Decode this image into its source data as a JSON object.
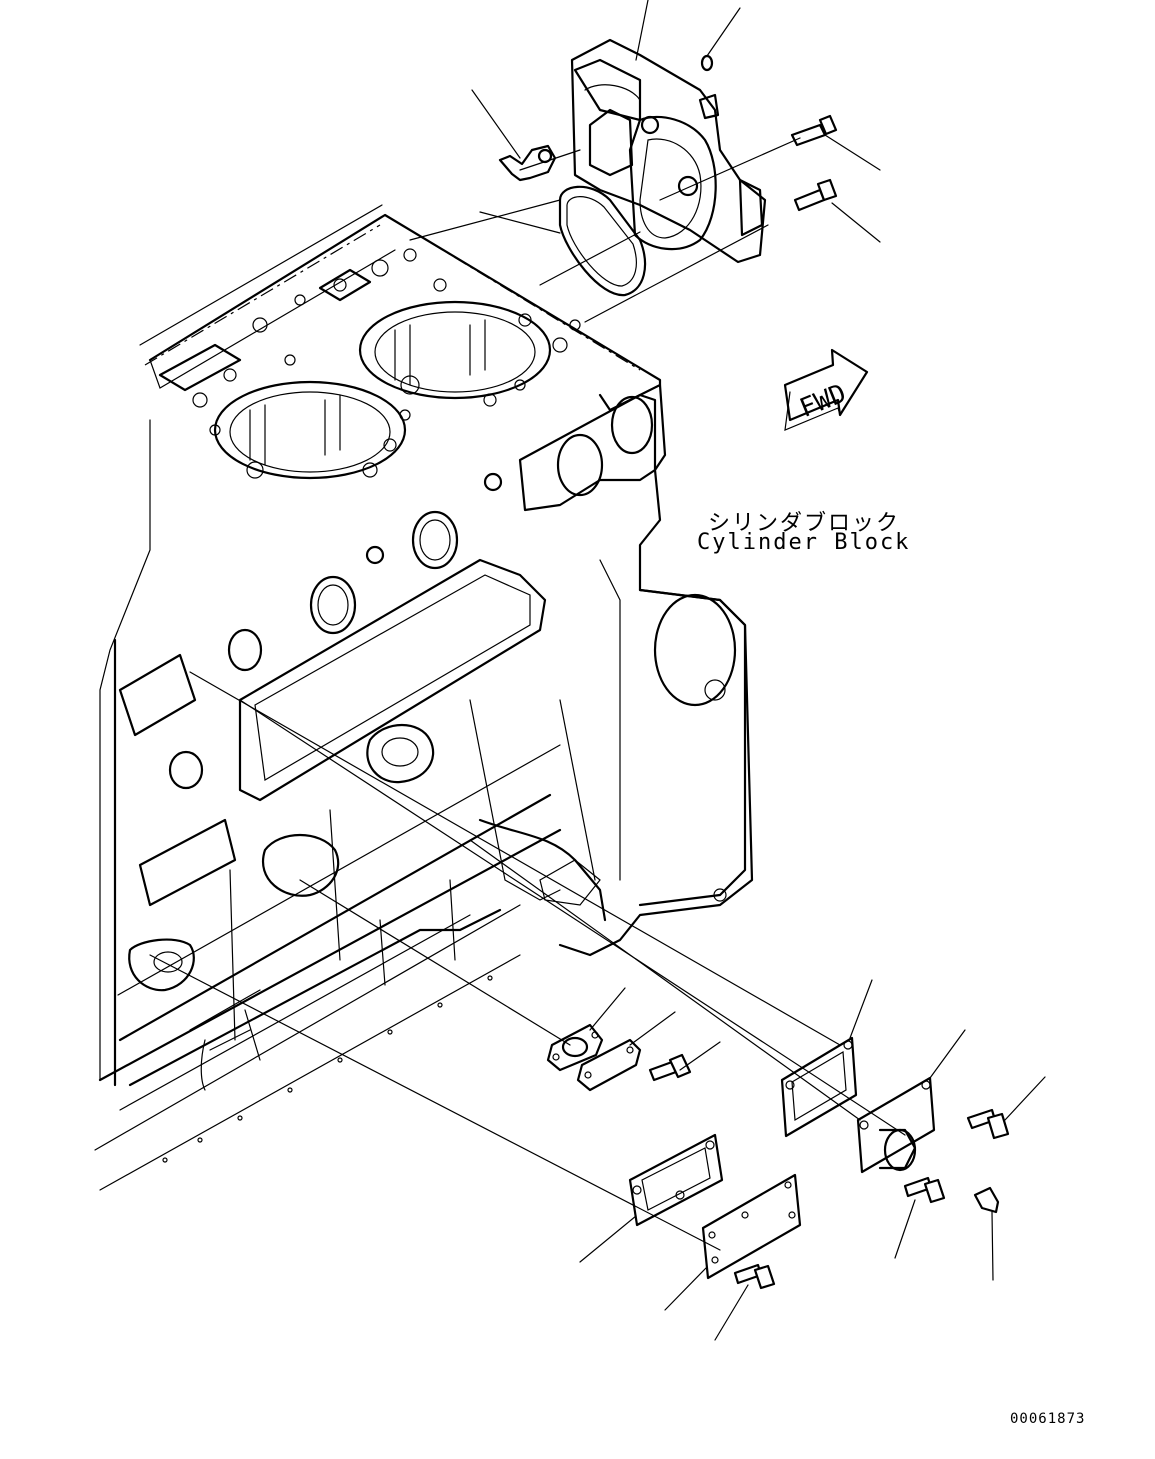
{
  "labels": {
    "part_name_jp": "シリンダブロック",
    "part_name_en": "Cylinder Block",
    "direction": "FWD",
    "drawing_number": "00061873"
  },
  "icons": [
    "fwd-arrow-icon"
  ]
}
